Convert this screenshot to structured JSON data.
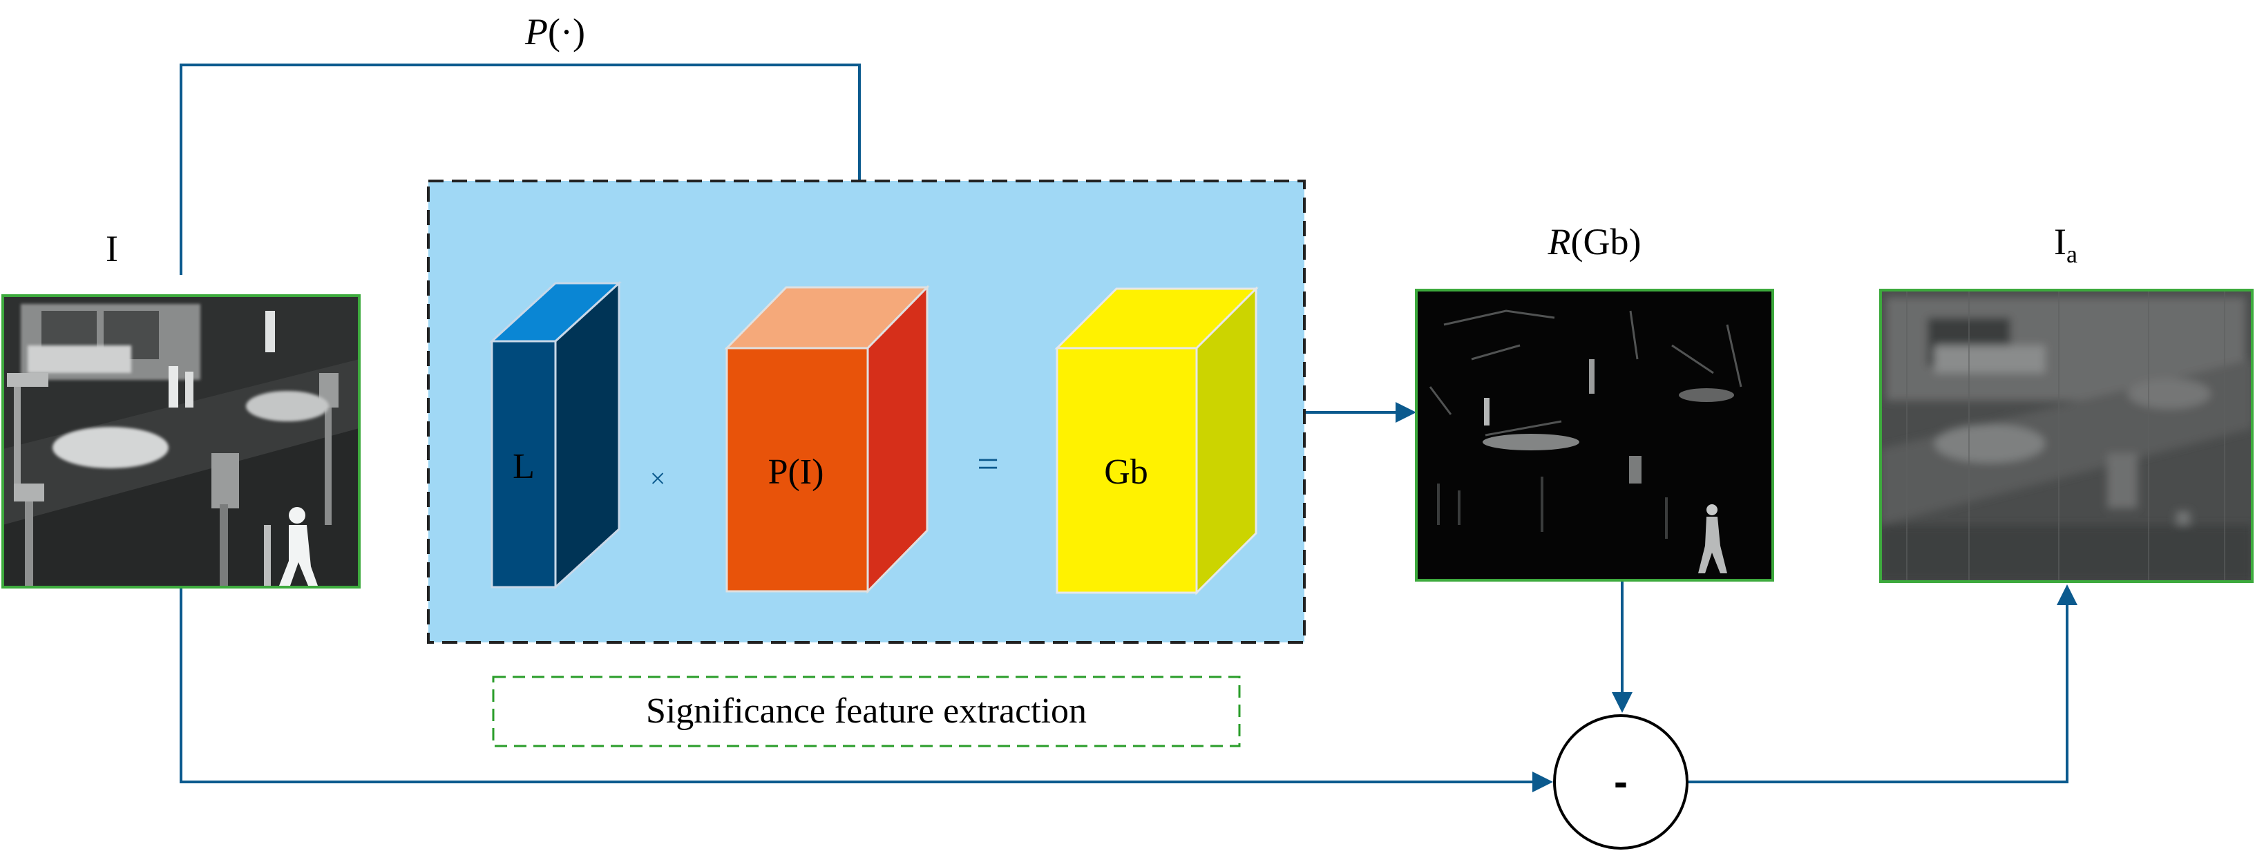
{
  "labels": {
    "projection": "P(·)",
    "projection_fn": "P",
    "projection_arg": "(·)",
    "input": "I",
    "residual_fn": "R",
    "residual_arg": "(Gb)",
    "output_base": "I",
    "output_sub": "a",
    "operator_multiply": "×",
    "operator_equals": "=",
    "operator_minus": "-",
    "box_caption": "Significance feature extraction"
  },
  "blocks": [
    {
      "label": "L",
      "front": "#004a7c",
      "top": "#0a86d4",
      "side": "#003456"
    },
    {
      "label": "P(I)",
      "front": "#e8530a",
      "top": "#f5a97a",
      "side": "#d62f1a"
    },
    {
      "label": "Gb",
      "front": "#fff200",
      "top": "#fff200",
      "side": "#ccd400"
    }
  ],
  "colors": {
    "arrow": "#0b5a8e",
    "panel_fill": "#a0d8f5",
    "panel_border": "#222222",
    "image_border": "#3daa3d",
    "caption_border": "#2a9d2a"
  },
  "images": [
    {
      "name": "input-image",
      "kind": "infrared street scene"
    },
    {
      "name": "residual-image",
      "kind": "sparse feature map"
    },
    {
      "name": "output-image",
      "kind": "background image"
    }
  ]
}
